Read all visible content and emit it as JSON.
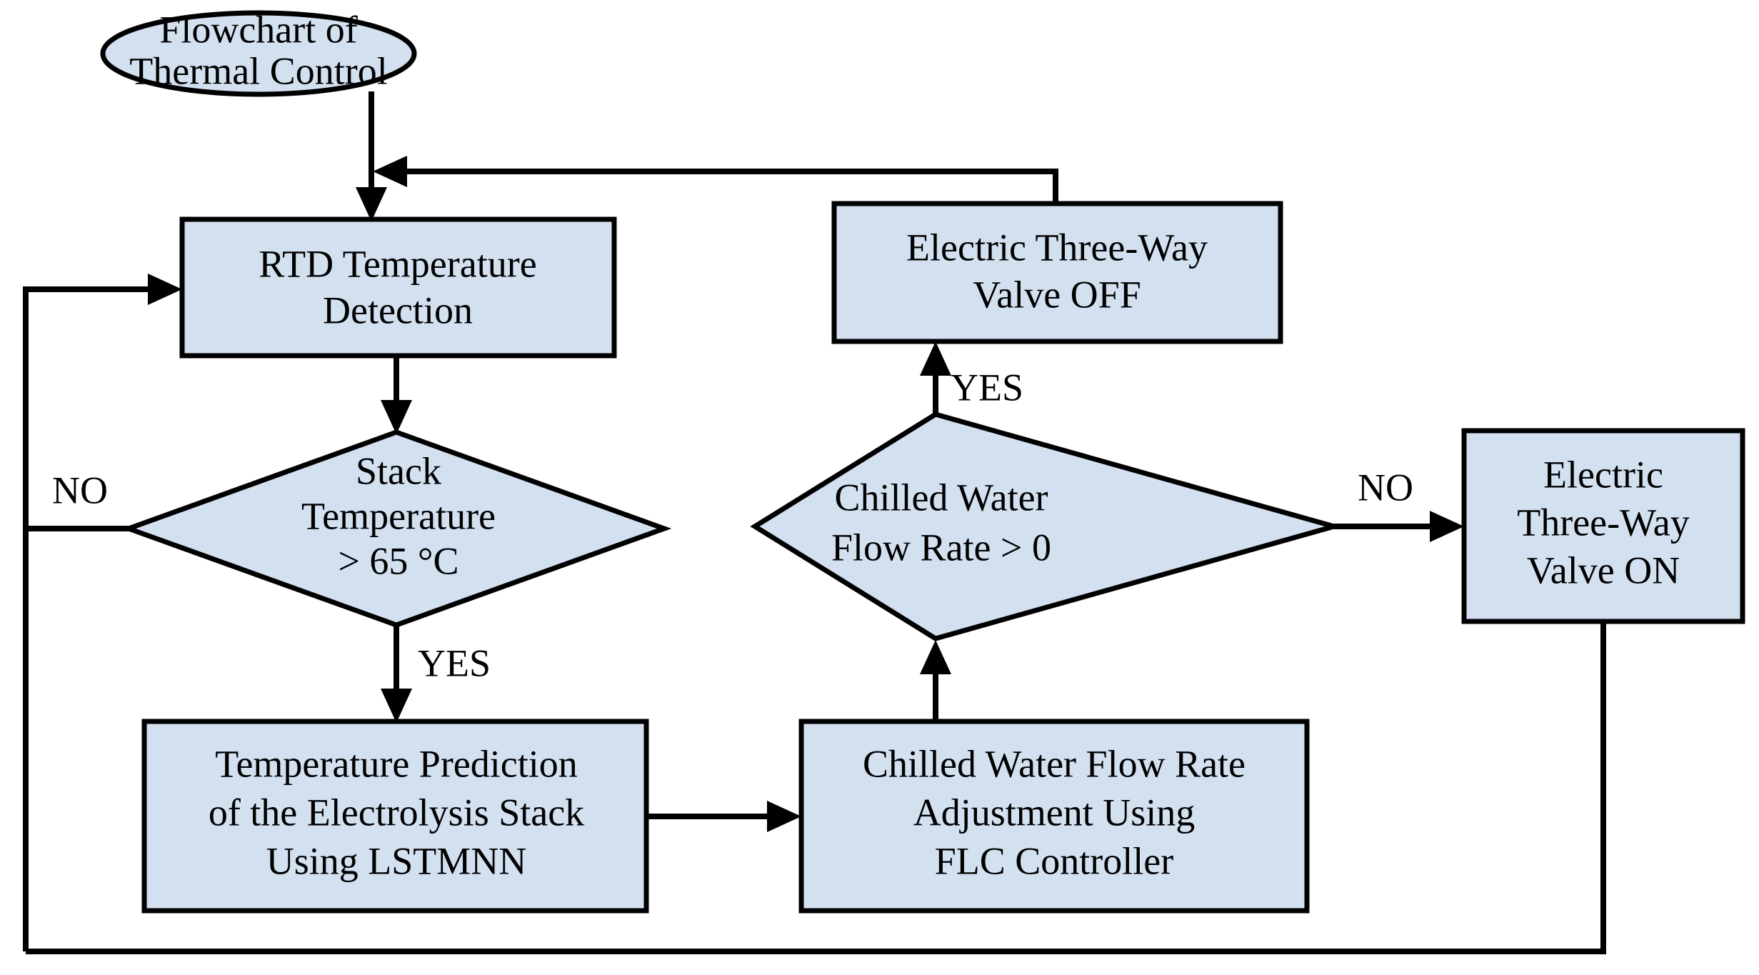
{
  "diagram": {
    "title": "Flowchart of Thermal Control",
    "type": "flowchart",
    "background_color": "#ffffff",
    "node_fill_color": "#d3e0f0",
    "node_border_color": "#000000",
    "connector_color": "#000000"
  },
  "nodes": {
    "start": {
      "shape": "ellipse",
      "line1": "Flowchart of",
      "line2": "Thermal Control"
    },
    "rtd": {
      "shape": "rectangle",
      "line1": "RTD Temperature",
      "line2": "Detection"
    },
    "stack_decision": {
      "shape": "diamond",
      "line1": "Stack",
      "line2": "Temperature",
      "line3": "> 65 °C"
    },
    "prediction": {
      "shape": "rectangle",
      "line1": "Temperature Prediction",
      "line2": "of the Electrolysis Stack",
      "line3": "Using LSTMNN"
    },
    "flc": {
      "shape": "rectangle",
      "line1": "Chilled Water Flow Rate",
      "line2": "Adjustment Using",
      "line3": "FLC Controller"
    },
    "flow_decision": {
      "shape": "diamond",
      "line1": "Chilled Water",
      "line2": "Flow Rate > 0"
    },
    "valve_off": {
      "shape": "rectangle",
      "line1": "Electric Three-Way",
      "line2": "Valve OFF"
    },
    "valve_on": {
      "shape": "rectangle",
      "line1": "Electric",
      "line2": "Three-Way",
      "line3": "Valve ON"
    }
  },
  "edge_labels": {
    "stack_no": "NO",
    "stack_yes": "YES",
    "flow_yes": "YES",
    "flow_no": "NO"
  }
}
